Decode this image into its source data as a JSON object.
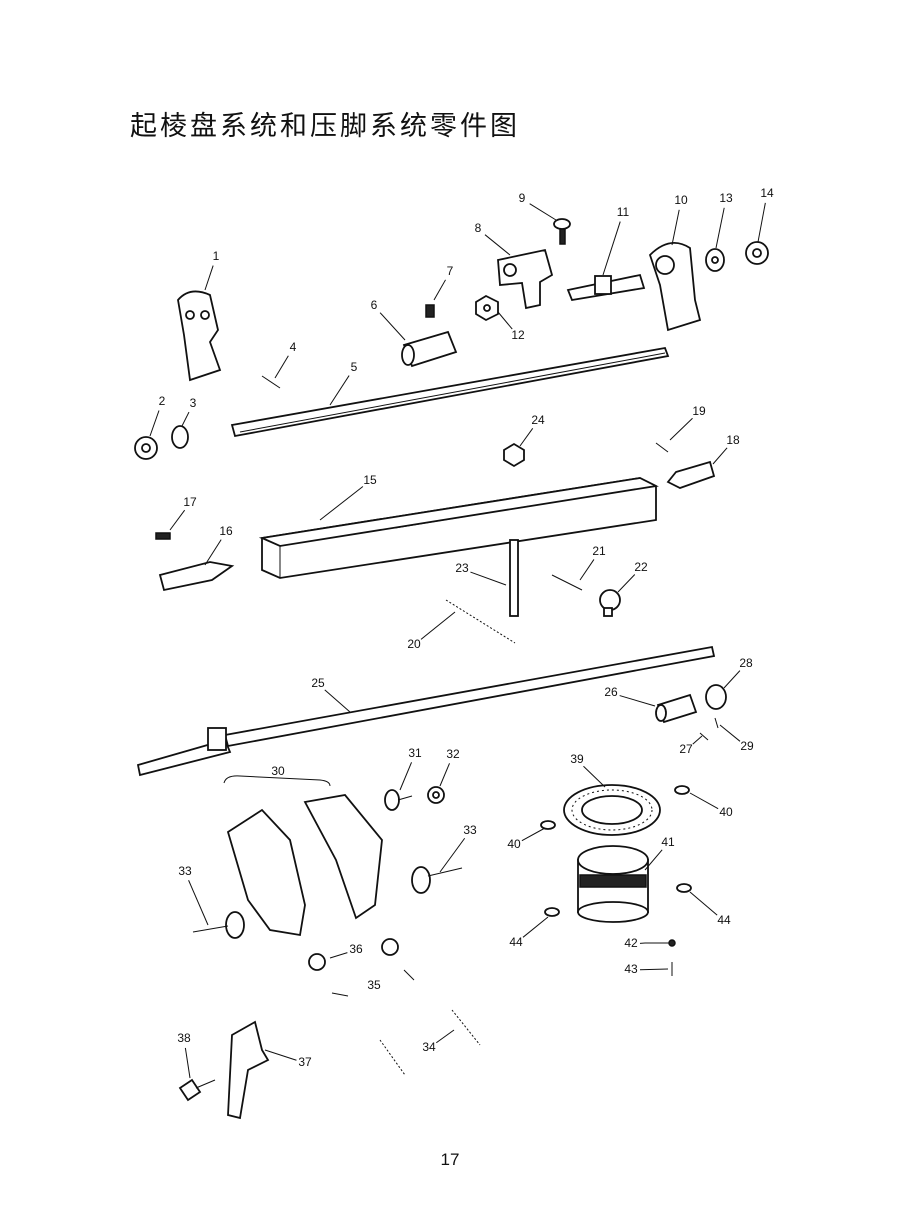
{
  "title": "起棱盘系统和压脚系统零件图",
  "page_number": "17",
  "callouts": [
    "1",
    "2",
    "3",
    "4",
    "5",
    "6",
    "7",
    "8",
    "9",
    "10",
    "11",
    "12",
    "13",
    "14",
    "15",
    "16",
    "17",
    "18",
    "19",
    "20",
    "21",
    "22",
    "23",
    "24",
    "25",
    "26",
    "27",
    "28",
    "29",
    "30",
    "31",
    "32",
    "33",
    "33",
    "34",
    "35",
    "36",
    "37",
    "38",
    "39",
    "40",
    "40",
    "41",
    "42",
    "43",
    "44",
    "44"
  ]
}
